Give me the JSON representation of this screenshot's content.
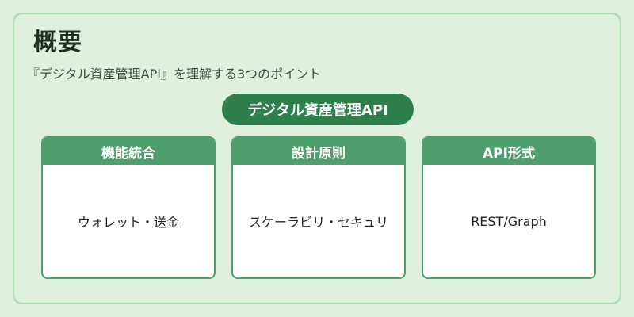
{
  "overview": {
    "title": "概要",
    "subtitle": "『デジタル資産管理API』を理解する3つのポイント",
    "center_label": "デジタル資産管理API",
    "cards": [
      {
        "title": "機能統合",
        "content": "ウォレット・送金"
      },
      {
        "title": "設計原則",
        "content": "スケーラビリ・セキュリ"
      },
      {
        "title": "API形式",
        "content": "REST/Graph"
      }
    ]
  },
  "colors": {
    "background": "#dff1de",
    "panel_border": "#a9d7ab",
    "pill": "#2f7f4b",
    "card_header": "#4f9f6e",
    "card_body": "#ffffff"
  }
}
